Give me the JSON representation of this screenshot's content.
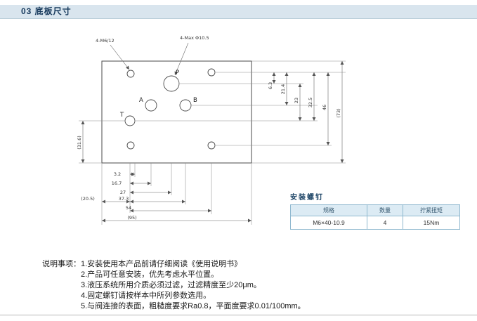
{
  "page": {
    "title": "03 底板尺寸"
  },
  "drawing": {
    "leaders": {
      "mount": "4-M6/12",
      "ports": "4-Max Φ10.5"
    },
    "ports": {
      "p": "P",
      "a": "A",
      "b": "B",
      "t": "T"
    },
    "dims": {
      "right": [
        "6.3",
        "21.4",
        "23",
        "32.5",
        "46",
        "(73)"
      ],
      "bottom": [
        "3.2",
        "16.7",
        "27",
        "37.3",
        "54",
        "(95)"
      ],
      "left_height": "(31.6)",
      "left_offset": "(20.5)"
    }
  },
  "screw_table": {
    "title": "安装螺钉",
    "headers": [
      "规格",
      "数量",
      "拧紧扭矩"
    ],
    "row": [
      "M6×40-10.9",
      "4",
      "15Nm"
    ]
  },
  "notes": {
    "label": "说明事项：",
    "items": [
      "1.安装使用本产品前请仔细阅读《使用说明书》",
      "2.产品可任意安装，优先考虑水平位置。",
      "3.液压系统所用介质必须过滤，过滤精度至少20μm。",
      "4.固定螺钉请按样本中所列参数选用。",
      "5.与阀连接的表面，粗糙度要求Ra0.8，平面度要求0.01/100mm。"
    ]
  },
  "theme": {
    "header_bg": "#d9e5ee",
    "table_header_bg": "#dcebf4",
    "table_border": "#8fb8cf"
  }
}
